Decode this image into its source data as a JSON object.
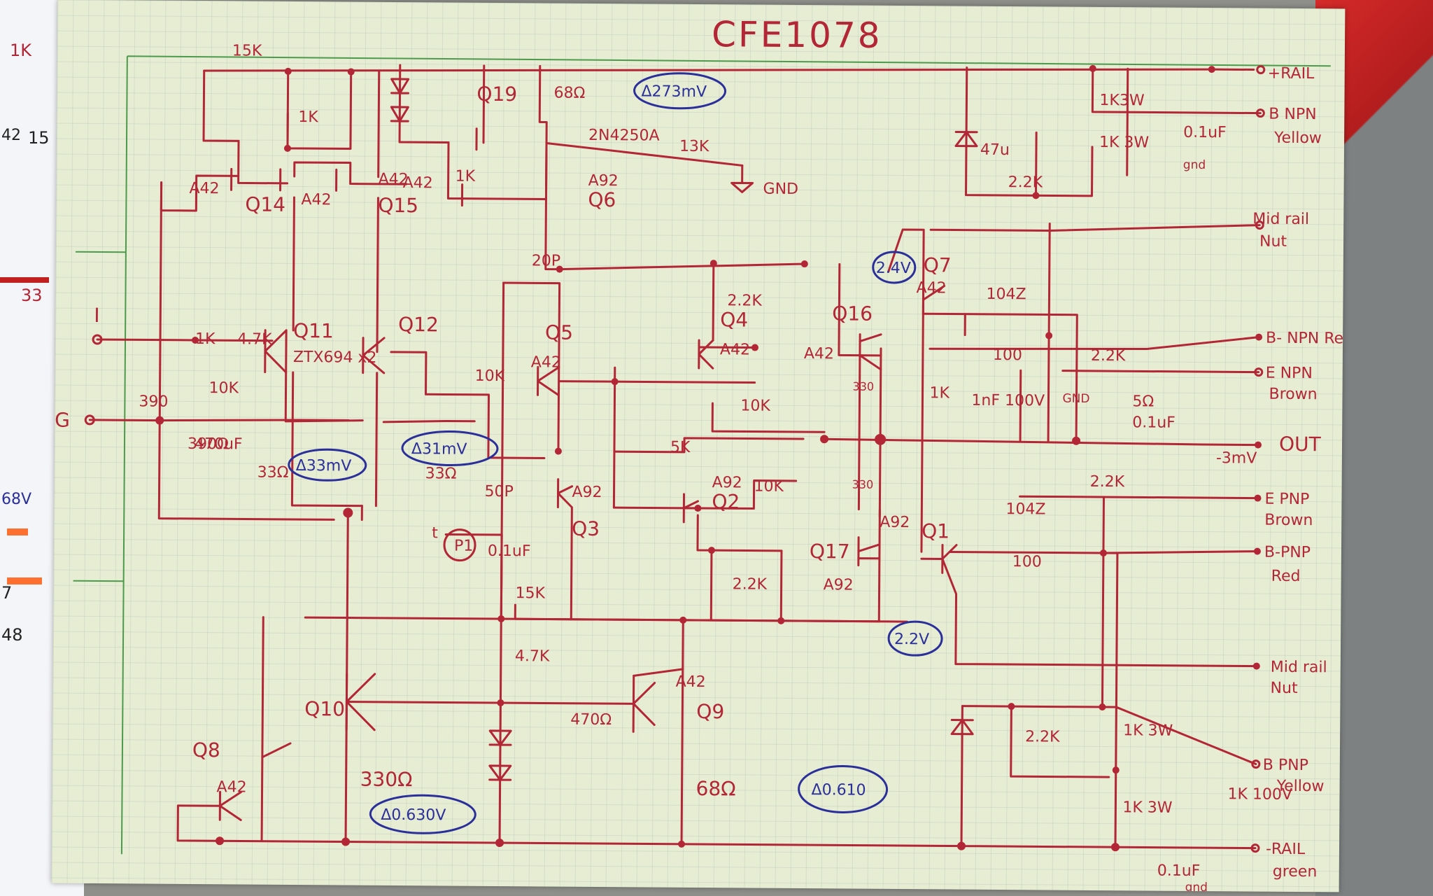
{
  "title": "CFE1078",
  "transistors": [
    {
      "id": "Q1",
      "type": "A92"
    },
    {
      "id": "Q2",
      "type": "A92"
    },
    {
      "id": "Q3",
      "type": "A92"
    },
    {
      "id": "Q4",
      "type": "A42"
    },
    {
      "id": "Q5",
      "type": "A42"
    },
    {
      "id": "Q6",
      "type": "A92"
    },
    {
      "id": "Q7",
      "type": "A42"
    },
    {
      "id": "Q8",
      "type": "A42"
    },
    {
      "id": "Q9",
      "type": "A42"
    },
    {
      "id": "Q10",
      "type": ""
    },
    {
      "id": "Q11",
      "type": "ZTX694 x2"
    },
    {
      "id": "Q12",
      "type": ""
    },
    {
      "id": "Q14",
      "type": "A42"
    },
    {
      "id": "Q15",
      "type": "A42"
    },
    {
      "id": "Q16",
      "type": "A42"
    },
    {
      "id": "Q17",
      "type": "A92"
    },
    {
      "id": "Q19",
      "type": "2N4250A"
    }
  ],
  "extra_type_labels": [
    "A42",
    "A42"
  ],
  "resistors": [
    "15K",
    "1K",
    "1K",
    "68Ω",
    "13K",
    "1K3W",
    "1K 3W",
    "2.2K",
    "1K",
    "4.7K",
    "10K",
    "390Ω",
    "33Ω",
    "33Ω",
    "10K",
    "2.2K",
    "10K",
    "5K",
    "10K",
    "2.2K",
    "330",
    "330",
    "1K",
    "100",
    "2.2K",
    "5Ω",
    "2.2K",
    "100",
    "15K",
    "4.7K",
    "470Ω",
    "330Ω",
    "68Ω",
    "2.2K",
    "1K 3W",
    "1K 3W"
  ],
  "capacitors": [
    "470uF",
    "20P",
    "50P",
    "0.1uF",
    "104Z",
    "1nF 100V",
    "104Z",
    "0.1uF",
    "0.1uF",
    "1K 100V",
    "0.1uF",
    "47u",
    "390"
  ],
  "measurements": [
    "Δ273mV",
    "Δ33mV",
    "Δ31mV",
    "2.4V",
    "2.2V",
    "Δ0.630V",
    "Δ0.610"
  ],
  "connections": [
    {
      "label": "+RAIL"
    },
    {
      "label": "B NPN"
    },
    {
      "label": "Yellow"
    },
    {
      "label": "Mid rail"
    },
    {
      "label": "Nut"
    },
    {
      "label": "B- NPN Red"
    },
    {
      "label": "E NPN"
    },
    {
      "label": "Brown"
    },
    {
      "label": "OUT"
    },
    {
      "label": "-3mV"
    },
    {
      "label": "E PNP"
    },
    {
      "label": "Brown"
    },
    {
      "label": "B-PNP"
    },
    {
      "label": "Red"
    },
    {
      "label": "Mid rail"
    },
    {
      "label": "Nut"
    },
    {
      "label": "B PNP"
    },
    {
      "label": "Yellow"
    },
    {
      "label": "-RAIL"
    },
    {
      "label": "green"
    }
  ],
  "inputs": [
    "I",
    "G"
  ],
  "ground_labels": [
    "GND",
    "GND",
    "gnd",
    "gnd"
  ],
  "misc_labels": [
    "t",
    "P1"
  ],
  "margin_notes": [
    "1K",
    "33",
    "15",
    "42",
    "68V",
    "7",
    "48"
  ]
}
